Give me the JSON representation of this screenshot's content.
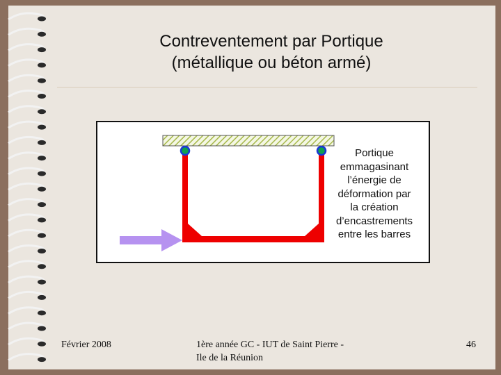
{
  "slide": {
    "title_line1": "Contreventement par Portique",
    "title_line2": "(métallique ou béton armé)",
    "caption_lines": [
      "Portique",
      "emmagasinant",
      "l’énergie de",
      "déformation par",
      "la création",
      "d’encastrements",
      "entre les barres"
    ],
    "footer": {
      "date": "Février 2008",
      "course_line1": "1ère année GC - IUT de Saint Pierre -",
      "course_line2": "Ile de la Réunion",
      "page_number": "46"
    }
  },
  "colors": {
    "slide_background": "#ebe6df",
    "frame_red": "#ee0000",
    "load_arrow": "#b692f0",
    "hinge_fill": "#0fa050",
    "hinge_ring": "#1a37d6",
    "beam_hatch": "#a6b84a"
  }
}
